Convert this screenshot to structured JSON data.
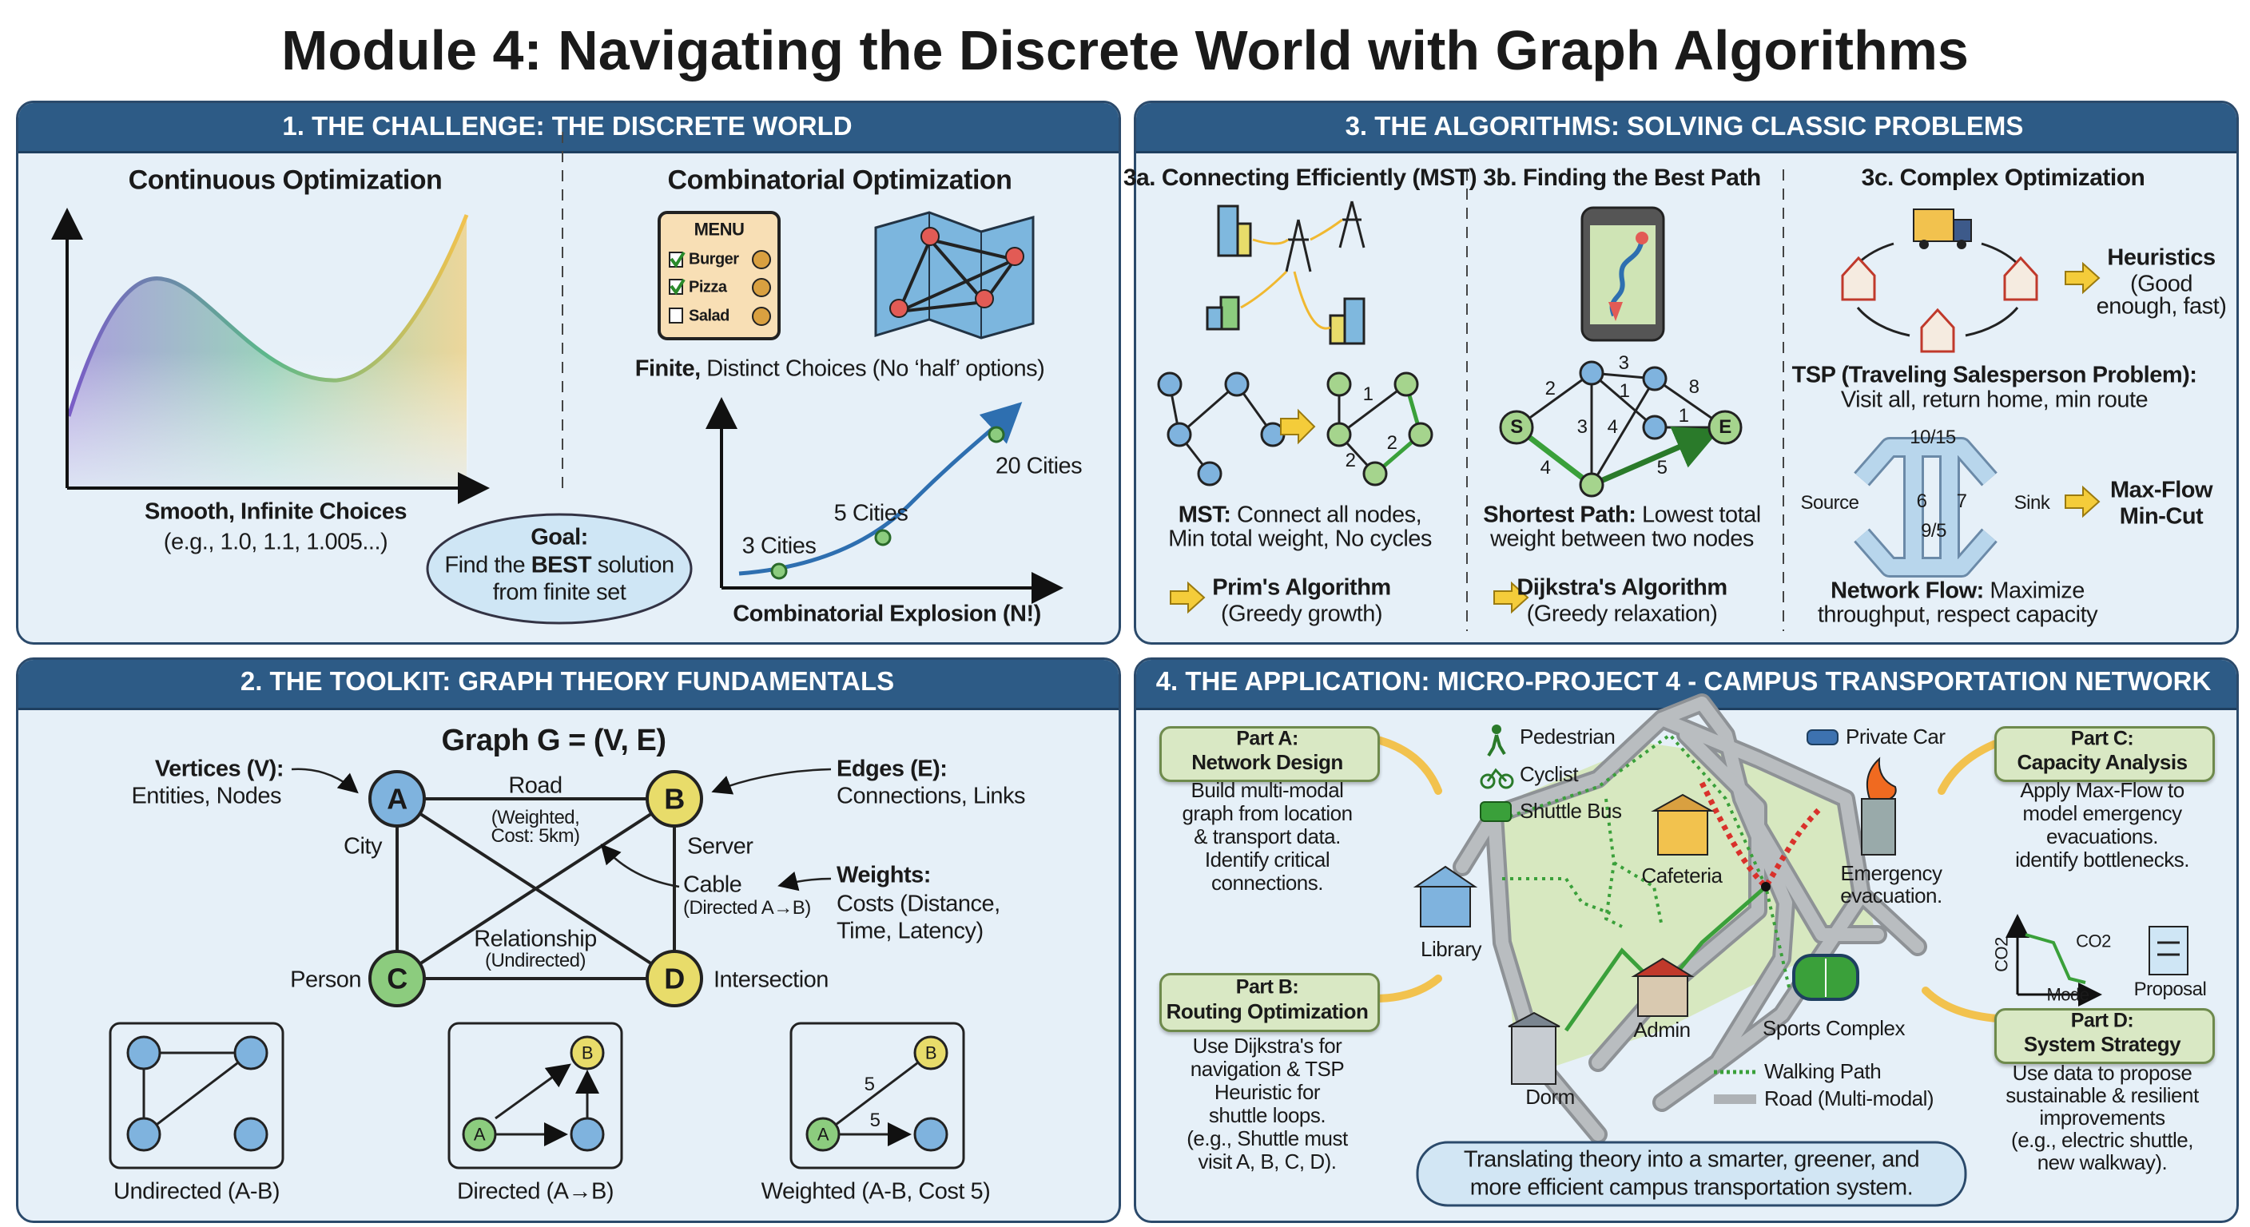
{
  "title": "Module 4: Navigating the Discrete World with Graph Algorithms",
  "colors": {
    "header": "#2d5b86",
    "panel_bg": "#e6f0f8",
    "node_blue": "#7fb3de",
    "node_yellow": "#e8dc6a",
    "node_green": "#8ccc7e",
    "arrow_yellow": "#f4cc3a",
    "part_box": "#d9e8c4"
  },
  "challenge": {
    "header": "1. THE CHALLENGE: THE DISCRETE WORLD",
    "continuous": {
      "title": "Continuous Optimization",
      "caption": "Smooth, Infinite Choices",
      "example": "(e.g., 1.0, 1.1, 1.005...)"
    },
    "combinatorial": {
      "title": "Combinatorial Optimization",
      "menu": {
        "title": "MENU",
        "items": [
          {
            "label": "Burger",
            "checked": true
          },
          {
            "label": "Pizza",
            "checked": true
          },
          {
            "label": "Salad",
            "checked": false
          }
        ]
      },
      "choices_bold": "Finite,",
      "choices_rest": " Distinct Choices (No ‘half’ options)",
      "growth_labels": [
        "3 Cities",
        "5 Cities",
        "20 Cities"
      ],
      "growth_caption": "Combinatorial Explosion (N!)"
    },
    "goal": {
      "title": "Goal:",
      "line1_pre": "Find the ",
      "line1_bold": "BEST",
      "line1_post": " solution",
      "line2": "from finite set"
    }
  },
  "toolkit": {
    "header": "2. THE TOOLKIT: GRAPH THEORY FUNDAMENTALS",
    "graph_title": "Graph G = (V, E)",
    "nodes": [
      {
        "id": "A",
        "label": "City"
      },
      {
        "id": "B",
        "label": "Server"
      },
      {
        "id": "C",
        "label": "Person"
      },
      {
        "id": "D",
        "label": "Intersection"
      }
    ],
    "edge_labels": {
      "road": "Road",
      "road_detail_1": "(Weighted,",
      "road_detail_2": "Cost: 5km)",
      "cable": "Cable",
      "cable_detail": "(Directed A→B)",
      "relationship": "Relationship",
      "relationship_detail": "(Undirected)"
    },
    "vertices": {
      "title": "Vertices (V):",
      "desc": "Entities, Nodes"
    },
    "edges": {
      "title": "Edges (E):",
      "desc": "Connections, Links"
    },
    "weights": {
      "title": "Weights:",
      "desc1": "Costs (Distance,",
      "desc2": "Time, Latency)"
    },
    "examples": [
      {
        "caption": "Undirected (A-B)"
      },
      {
        "caption": "Directed (A→B)",
        "nodes": [
          "A",
          "B"
        ]
      },
      {
        "caption": "Weighted (A-B, Cost 5)",
        "nodes": [
          "A",
          "B"
        ],
        "weights": [
          "5",
          "5"
        ]
      }
    ]
  },
  "algorithms": {
    "header": "3. THE ALGORITHMS: SOLVING CLASSIC PROBLEMS",
    "mst": {
      "title": "3a. Connecting Efficiently (MST)",
      "weights": [
        "1",
        "2",
        "2"
      ],
      "desc_bold": "MST:",
      "desc_rest": " Connect all nodes,",
      "desc2": "Min total weight, No cycles",
      "algo": "Prim's Algorithm",
      "algo_note": "(Greedy growth)"
    },
    "path": {
      "title": "3b. Finding the Best Path",
      "start": "S",
      "end": "E",
      "weights": [
        "2",
        "3",
        "8",
        "1",
        "1",
        "3",
        "4",
        "4",
        "5"
      ],
      "desc_bold": "Shortest Path:",
      "desc_rest": " Lowest total",
      "desc2": "weight between two nodes",
      "algo": "Dijkstra's Algorithm",
      "algo_note": "(Greedy relaxation)"
    },
    "complex": {
      "title": "3c. Complex Optimization",
      "heuristics": {
        "title": "Heuristics",
        "note1": "(Good",
        "note2": "enough, fast)"
      },
      "tsp_title": "TSP (Traveling Salesperson Problem):",
      "tsp_desc": "Visit all, return home, min route",
      "flow_labels": {
        "top": "10/15",
        "left": "6",
        "right": "7",
        "bottom": "9/5",
        "source": "Source",
        "sink": "Sink"
      },
      "maxflow1": "Max-Flow",
      "maxflow2": "Min-Cut",
      "flow_bold": "Network Flow:",
      "flow_rest": " Maximize",
      "flow_desc2": "throughput, respect capacity"
    }
  },
  "application": {
    "header": "4. THE APPLICATION: MICRO-PROJECT 4 - CAMPUS TRANSPORTATION NETWORK",
    "parts": [
      {
        "label": "Part A:",
        "title": "Network Design",
        "lines": [
          "Build multi-modal",
          "graph from location",
          "& transport data.",
          "Identify critical",
          "connections."
        ]
      },
      {
        "label": "Part B:",
        "title": "Routing Optimization",
        "lines": [
          "Use Dijkstra's for",
          "navigation & TSP",
          "Heuristic for",
          "shuttle loops.",
          "(e.g., Shuttle must",
          "visit A, B, C, D)."
        ]
      },
      {
        "label": "Part C:",
        "title": "Capacity Analysis",
        "lines": [
          "Apply Max-Flow to",
          "model emergency",
          "evacuations.",
          "identify bottlenecks."
        ]
      },
      {
        "label": "Part D:",
        "title": "System Strategy",
        "lines": [
          "Use data to propose",
          "sustainable & resilient",
          "improvements",
          "(e.g., electric shuttle,",
          "new walkway)."
        ]
      }
    ],
    "modes": [
      "Pedestrian",
      "Cyclist",
      "Shuttle Bus",
      "Private Car"
    ],
    "places": {
      "cafeteria": "Cafeteria",
      "library": "Library",
      "emergency1": "Emergency",
      "emergency2": "evacuation.",
      "admin": "Admin",
      "sports": "Sports Complex",
      "dorm": "Dorm"
    },
    "legend": {
      "walking": "Walking Path",
      "road": "Road (Multi-modal)"
    },
    "strategy_chart": {
      "y": "CO2",
      "x": "Mode",
      "series": "CO2",
      "doc": "Proposal"
    },
    "banner1": "Translating theory into a smarter, greener, and",
    "banner2": "more efficient campus transportation system."
  }
}
